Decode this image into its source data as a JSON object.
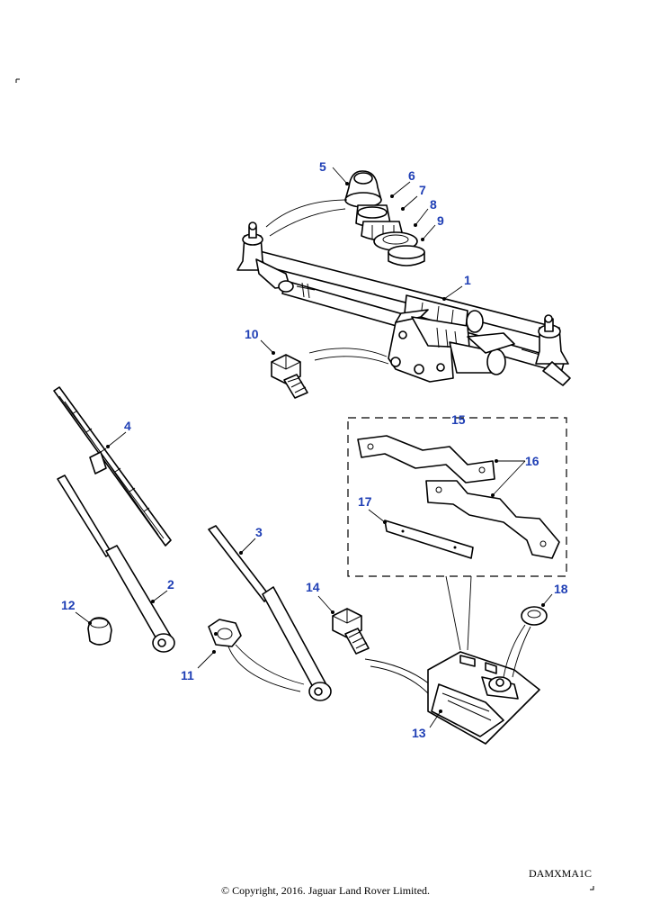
{
  "callouts": {
    "c1": "1",
    "c2": "2",
    "c3": "3",
    "c4": "4",
    "c5": "5",
    "c6": "6",
    "c7": "7",
    "c8": "8",
    "c9": "9",
    "c10": "10",
    "c11": "11",
    "c12": "12",
    "c13": "13",
    "c14": "14",
    "c15": "15",
    "c16": "16",
    "c17": "17",
    "c18": "18"
  },
  "diagram_code": "DAMXMA1C",
  "copyright": "© Copyright, 2016. Jaguar Land Rover Limited.",
  "colors": {
    "callout": "#1f3fb5",
    "line": "#000000"
  }
}
